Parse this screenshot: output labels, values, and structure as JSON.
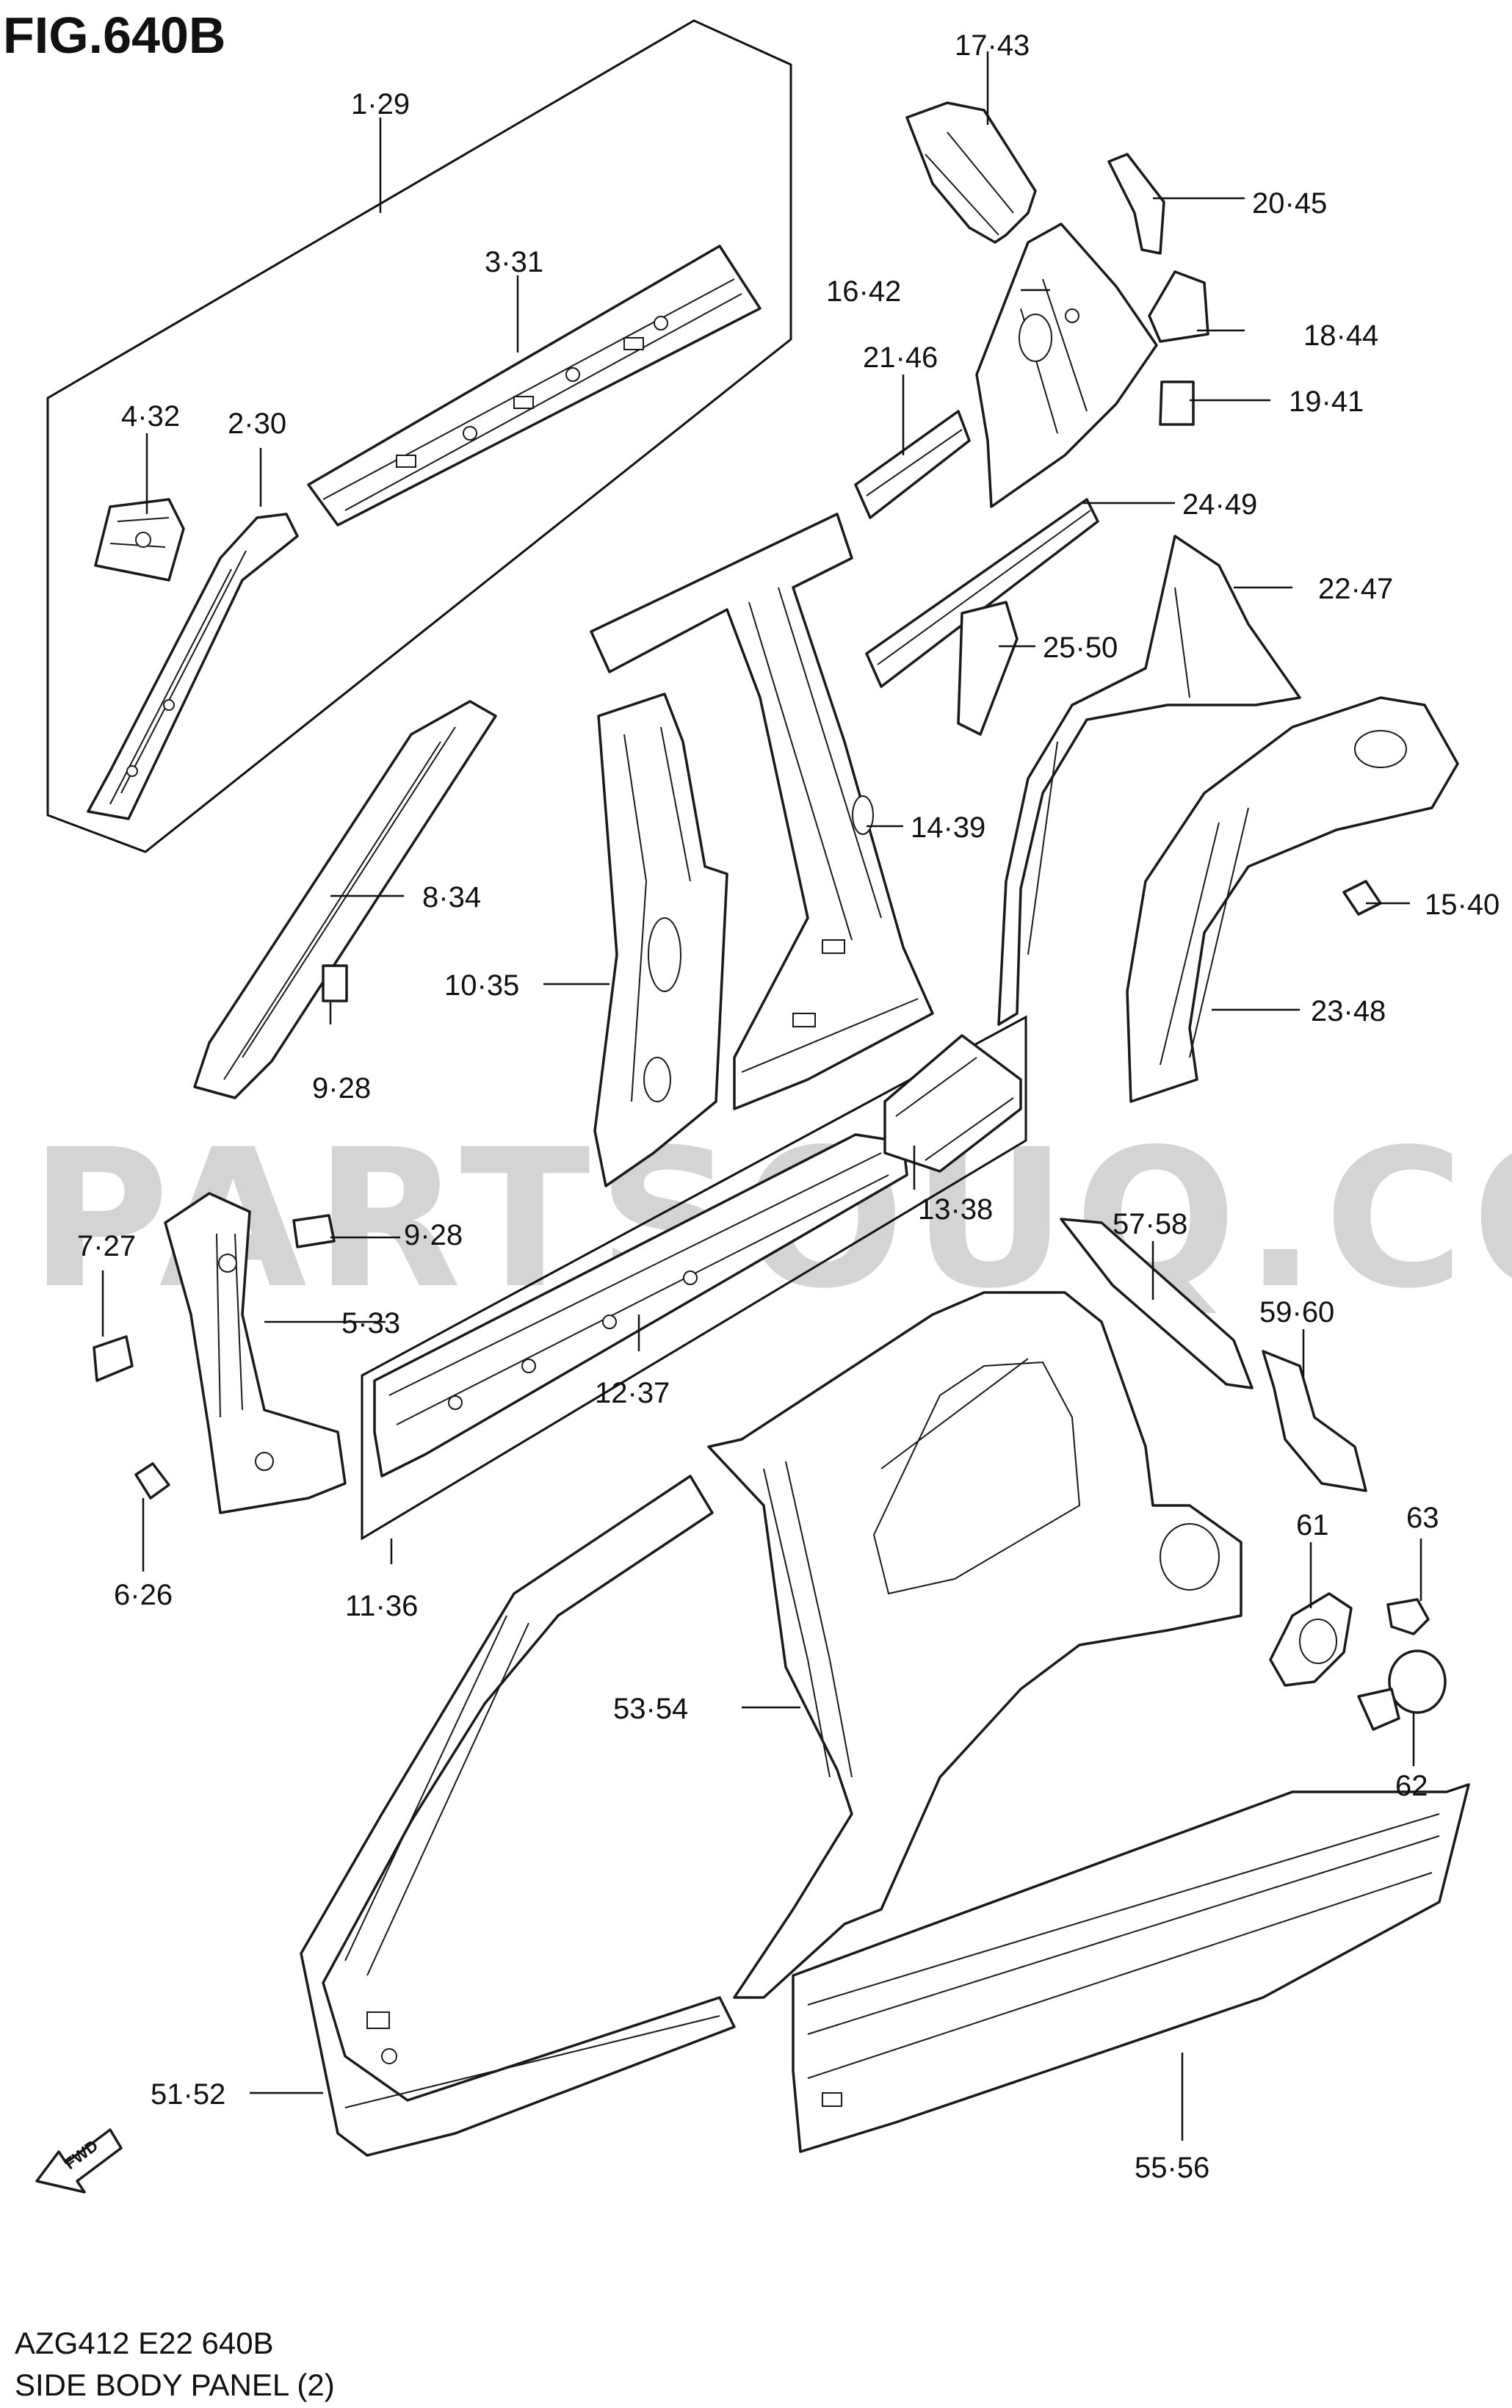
{
  "figure": {
    "title": "FIG.640B",
    "code": "AZG412 E22 640B",
    "name": "SIDE BODY PANEL (2)",
    "watermark": "PARTSOUQ.COM",
    "direction_label": "FWD"
  },
  "callouts": {
    "c_1_29": "1·29",
    "c_2_30": "2·30",
    "c_3_31": "3·31",
    "c_4_32": "4·32",
    "c_5_33": "5·33",
    "c_6_26": "6·26",
    "c_7_27": "7·27",
    "c_8_34": "8·34",
    "c_9_28_a": "9·28",
    "c_9_28_b": "9·28",
    "c_10_35": "10·35",
    "c_11_36": "11·36",
    "c_12_37": "12·37",
    "c_13_38": "13·38",
    "c_14_39": "14·39",
    "c_15_40": "15·40",
    "c_16_42": "16·42",
    "c_17_43": "17·43",
    "c_18_44": "18·44",
    "c_19_41": "19·41",
    "c_20_45": "20·45",
    "c_21_46": "21·46",
    "c_22_47": "22·47",
    "c_23_48": "23·48",
    "c_24_49": "24·49",
    "c_25_50": "25·50",
    "c_51_52": "51·52",
    "c_53_54": "53·54",
    "c_55_56": "55·56",
    "c_57_58": "57·58",
    "c_59_60": "59·60",
    "c_61": "61",
    "c_62": "62",
    "c_63": "63"
  }
}
